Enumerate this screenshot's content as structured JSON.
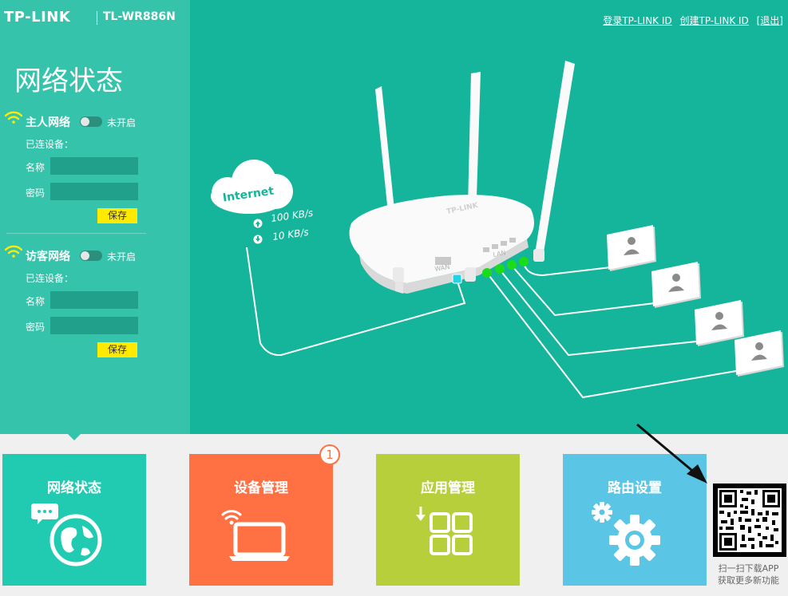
{
  "header": {
    "brand": "TP-LINK",
    "model": "TL-WR886N",
    "links": {
      "login": "登录TP-LINK ID",
      "create": "创建TP-LINK ID",
      "logout": "[退出]"
    }
  },
  "sidebar": {
    "title": "网络状态",
    "host": {
      "name": "主人网络",
      "toggle_state": "未开启",
      "connected_label": "已连设备：",
      "name_label": "名称",
      "password_label": "密码",
      "name_value": "",
      "password_value": "",
      "save_label": "保存"
    },
    "guest": {
      "name": "访客网络",
      "toggle_state": "未开启",
      "connected_label": "已连设备：",
      "name_label": "名称",
      "password_label": "密码",
      "name_value": "",
      "password_value": "",
      "save_label": "保存"
    }
  },
  "diagram": {
    "internet_label": "Internet",
    "upload_speed": "100 KB/s",
    "download_speed": "10 KB/s",
    "router_brand": "TP-LINK",
    "wan_label": "WAN",
    "lan_label": "LAN"
  },
  "tiles": [
    {
      "label": "网络状态",
      "color": "#21cbb1",
      "icon": "globe-icon"
    },
    {
      "label": "设备管理",
      "color": "#ff7043",
      "icon": "laptop-icon",
      "badge": "1"
    },
    {
      "label": "应用管理",
      "color": "#b6cf3a",
      "icon": "apps-grid-icon"
    },
    {
      "label": "路由设置",
      "color": "#5bc5e6",
      "icon": "gear-icon"
    }
  ],
  "qr": {
    "line1": "扫一扫下载APP",
    "line2": "获取更多新功能"
  },
  "colors": {
    "top_bg": "#15b59b",
    "sidebar_bg": "#35c3ab",
    "save_button": "#ffea00",
    "wifi_icon": "#ffea00",
    "port_wan": "#22d3e6",
    "port_lan": "#1bdc1b"
  }
}
